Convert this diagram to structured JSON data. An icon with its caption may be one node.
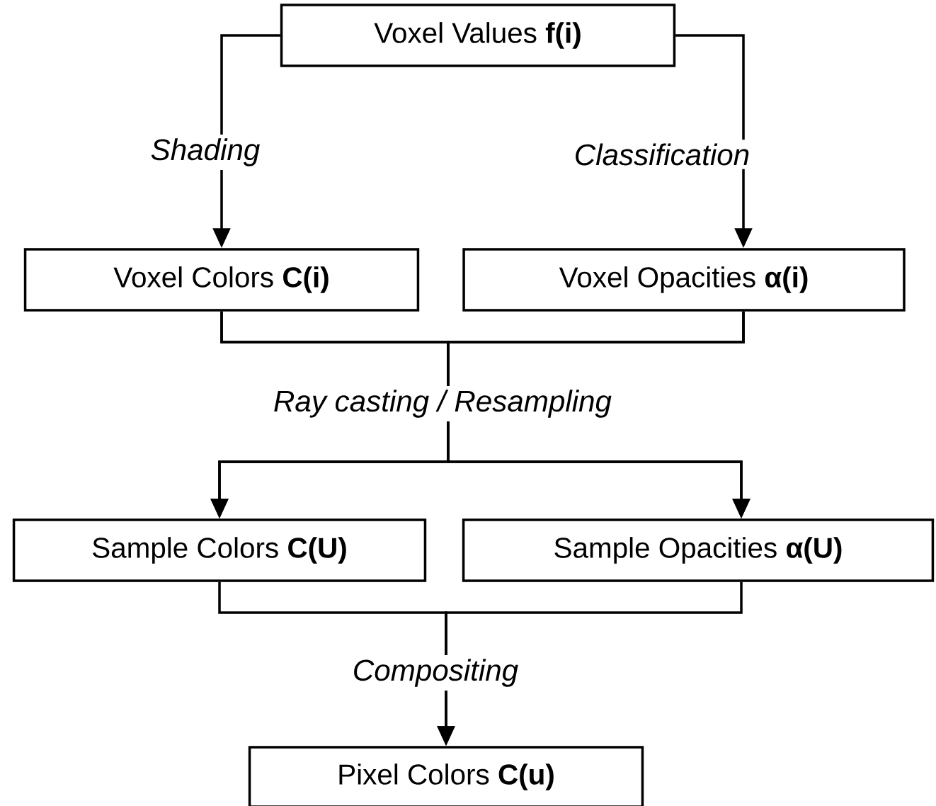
{
  "diagram": {
    "nodes": [
      {
        "text": [
          "Voxel Values **f(i)**"
        ]
      },
      {
        "text": [
          "Voxel Colors **C(i)**"
        ]
      },
      {
        "text": [
          "Voxel Opacities **α(i)**"
        ]
      },
      {
        "text": [
          "Sample Colors **C(U)**"
        ]
      },
      {
        "text": [
          "Sample Opacities **α(U)**"
        ]
      },
      {
        "text": [
          "Pixel Colors **C(u)**"
        ]
      }
    ],
    "edges": [
      {
        "from": 0,
        "to": 1,
        "arrow": "to",
        "label": "Shading"
      },
      {
        "from": 0,
        "to": 2,
        "arrow": "to",
        "label": "Classification"
      },
      {
        "from": 1,
        "to": 3,
        "arrow": "to",
        "label": "Ray casting / Resampling"
      },
      {
        "from": 1,
        "to": 4,
        "arrow": "to"
      },
      {
        "from": 2,
        "to": 3,
        "arrow": "to"
      },
      {
        "from": 2,
        "to": 4,
        "arrow": "to"
      },
      {
        "from": 3,
        "to": 5,
        "arrow": "to",
        "label": "Compositing"
      },
      {
        "from": 4,
        "to": 5,
        "arrow": "to"
      }
    ]
  }
}
